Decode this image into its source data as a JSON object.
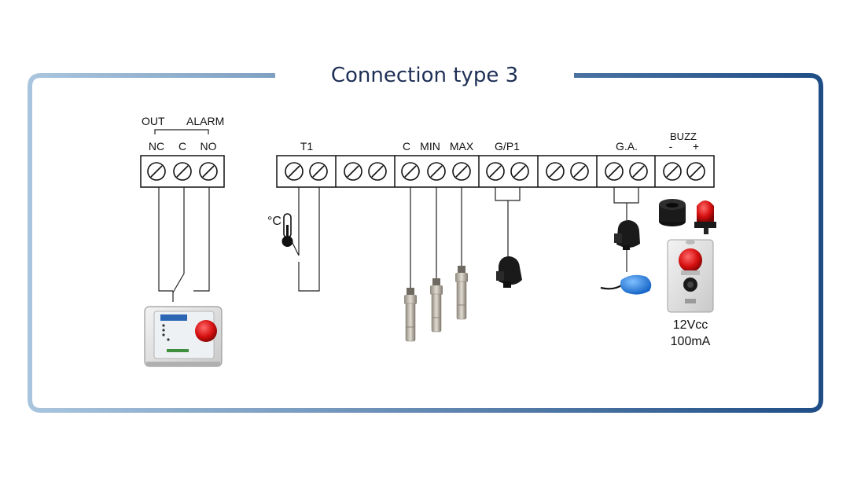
{
  "title": "Connection type 3",
  "colors": {
    "frame_left": "#a7c3dc",
    "frame_right": "#1f4d86",
    "title_color": "#1e2f55",
    "wire": "#222222"
  },
  "alarm_block": {
    "group_label_out": "OUT",
    "group_label_alarm": "ALARM",
    "terminals": [
      "NC",
      "C",
      "NO"
    ]
  },
  "main_strip": {
    "labels": {
      "t1": "T1",
      "c": "C",
      "min": "MIN",
      "max": "MAX",
      "gp1": "G/P1",
      "ga": "G.A.",
      "buzz": "BUZZ",
      "minus": "-",
      "plus": "+"
    }
  },
  "thermometer": {
    "unit_label": "°C"
  },
  "buzzer_spec": {
    "voltage": "12Vcc",
    "current": "100mA"
  },
  "icons": [
    "alarm-unit-box-icon",
    "thermometer-icon",
    "probe-icon",
    "pressure-switch-icon",
    "float-switch-icon",
    "buzzer-icon",
    "red-beacon-icon",
    "siren-box-icon"
  ]
}
